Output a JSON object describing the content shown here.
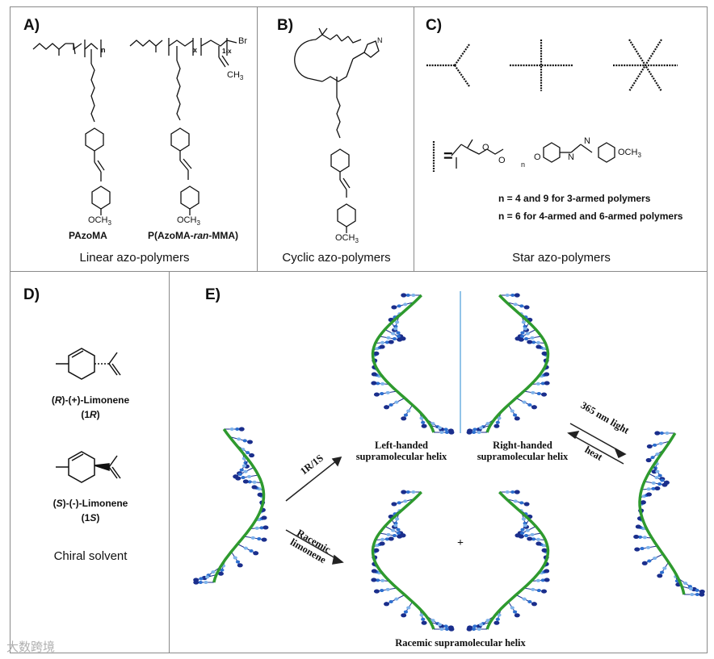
{
  "panels": {
    "a": {
      "label": "A)",
      "caption": "Linear azo-polymers",
      "names": [
        "PAzoMA",
        "P(AzoMA-",
        "ran",
        "-MMA)"
      ]
    },
    "b": {
      "label": "B)",
      "caption": "Cyclic azo-polymers"
    },
    "c": {
      "label": "C)",
      "caption": "Star azo-polymers",
      "lines": [
        "n = 4 and 9 for 3-armed polymers",
        "n = 6 for 4-armed and 6-armed polymers"
      ]
    },
    "d": {
      "label": "D)",
      "caption": "Chiral solvent",
      "r_name": [
        "(",
        "R",
        ")-(+)-Limonene"
      ],
      "r_code": [
        "(1",
        "R",
        ")"
      ],
      "s_name": [
        "(",
        "S",
        ")-(-)-Limonene"
      ],
      "s_code": [
        "(1",
        "S",
        ")"
      ]
    },
    "e": {
      "label": "E)",
      "left_helix": [
        "Left-handed",
        "supramolecular helix"
      ],
      "right_helix": [
        "Right-handed",
        "supramolecular helix"
      ],
      "racemic_helix": "Racemic supramolecular helix",
      "arrow_up": "1R/1S",
      "arrow_down": [
        "Racemic",
        "limonene"
      ],
      "light": "365 nm light",
      "heat": "heat",
      "plus": "+"
    }
  },
  "chem_labels": {
    "n": "n",
    "x": "x",
    "one_minus_x": "1-x",
    "br": "Br",
    "ch3": "CH",
    "och3": "OCH",
    "three": "3",
    "o": "O",
    "n_atom": "N",
    "equals": "="
  },
  "watermark": "大数跨境",
  "colors": {
    "green": "#2e9a2e",
    "blue_dark": "#1a2e8c",
    "blue_mid": "#2d6fd0",
    "blue_light": "#7fb3ea",
    "cyan": "#7fe0e0",
    "line": "#8a8a8a"
  }
}
